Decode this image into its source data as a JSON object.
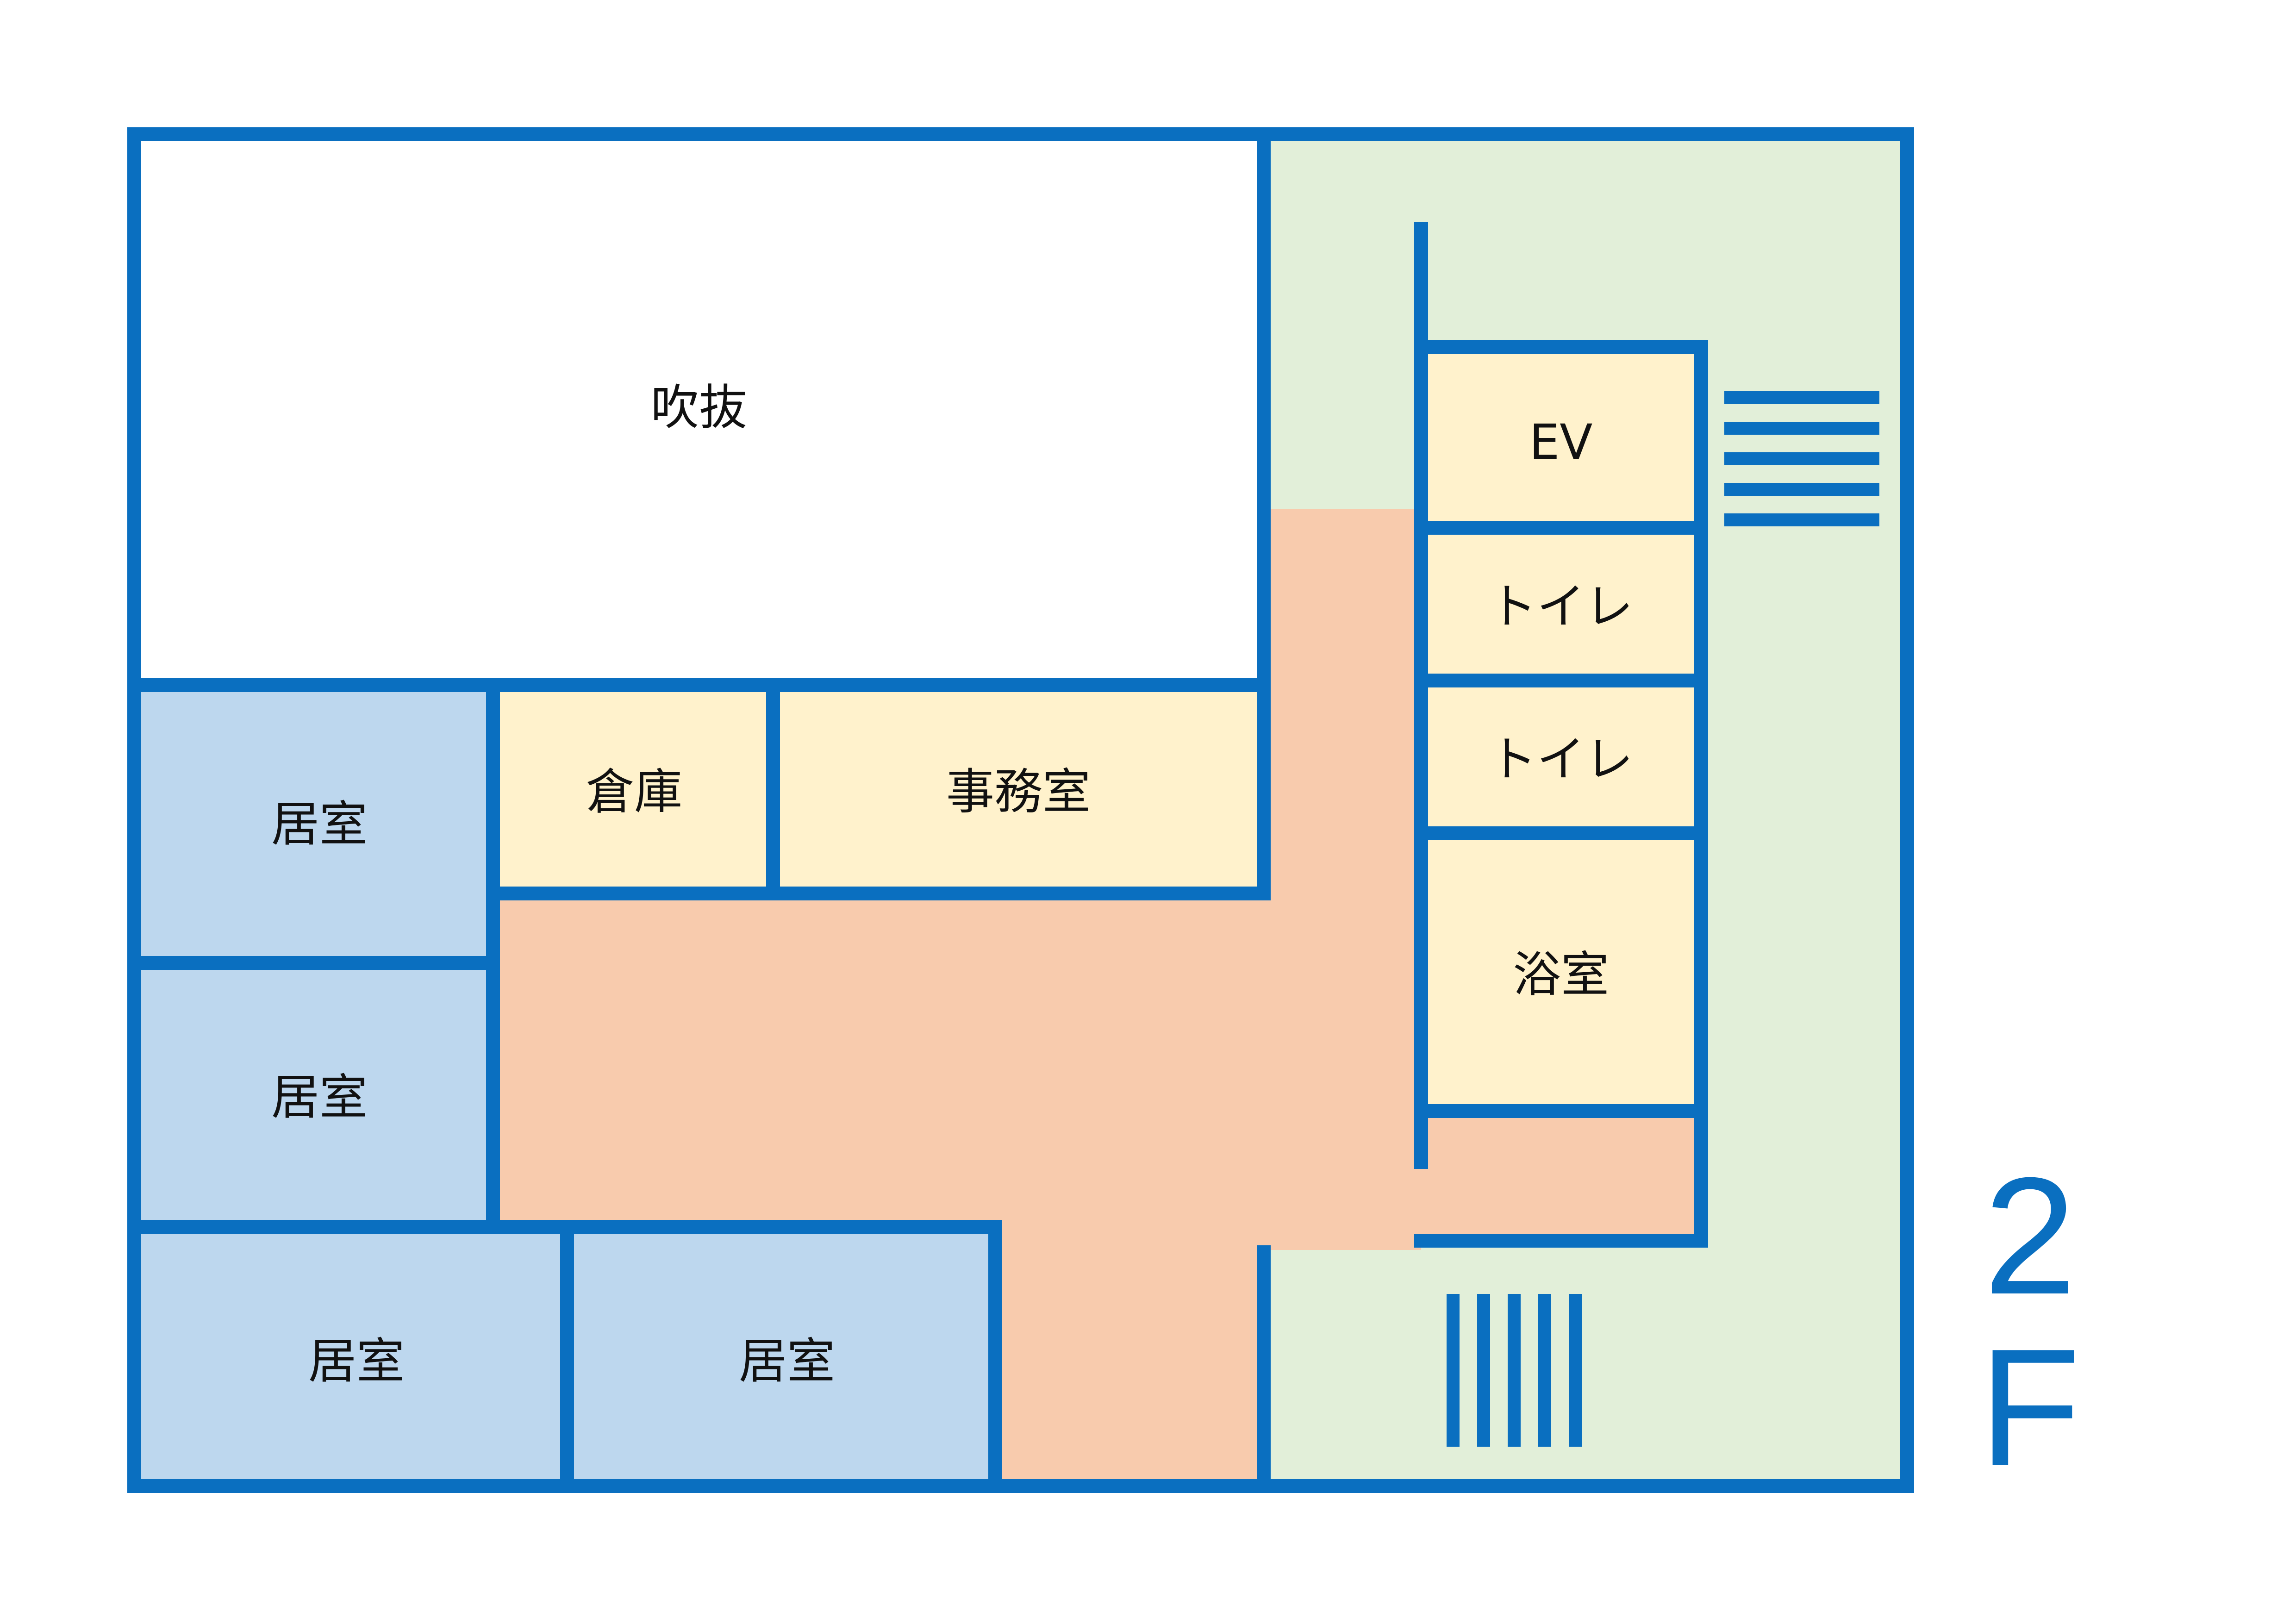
{
  "colors": {
    "wall": "#0a6fc0",
    "void": "#ffffff",
    "living_room": "#bdd7ee",
    "service_room": "#fff2cc",
    "corridor": "#f8cbad",
    "outer_area": "#e2efd9"
  },
  "floor": {
    "label": "2F",
    "digit": "2",
    "letter": "F"
  },
  "rooms": {
    "atrium": "吹抜",
    "storage": "倉庫",
    "office": "事務室",
    "ev": "EV",
    "toilet_1": "トイレ",
    "toilet_2": "トイレ",
    "bath": "浴室",
    "living_1": "居室",
    "living_2": "居室",
    "living_3": "居室",
    "living_4": "居室"
  },
  "stairs": [
    {
      "name": "north-stairs",
      "orientation": "horizontal",
      "steps": 5
    },
    {
      "name": "south-stairs",
      "orientation": "vertical",
      "steps": 5
    }
  ]
}
